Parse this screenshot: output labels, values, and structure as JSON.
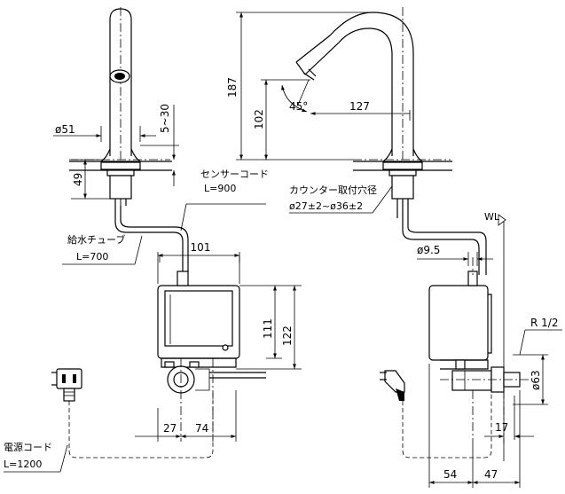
{
  "dimensions": {
    "d51": "ø51",
    "range_5_30": "5~30",
    "d49": "49",
    "d187": "187",
    "d102": "102",
    "angle45": "45°",
    "d127": "127",
    "d101": "101",
    "d111": "111",
    "d122": "122",
    "d27": "27",
    "d74": "74",
    "d9_5": "ø9.5",
    "d63": "ø63",
    "d17": "17",
    "d54": "54",
    "d47": "47"
  },
  "labels": {
    "sensor_cord_name": "センサーコード",
    "sensor_cord_len": "L=900",
    "counter_hole_name": "カウンター取付穴径",
    "counter_hole_dia": "ø27±2~ø36±2",
    "supply_tube_name": "給水チューブ",
    "supply_tube_len": "L=700",
    "power_cord_name": "電源コード",
    "power_cord_len": "L=1200",
    "wl": "WL",
    "thread": "R 1/2"
  }
}
